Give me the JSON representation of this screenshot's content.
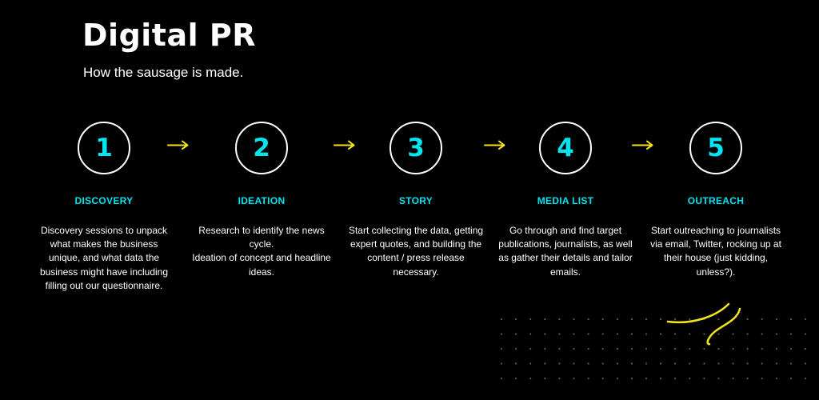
{
  "header": {
    "title": "Digital PR",
    "subtitle": "How the sausage is made."
  },
  "colors": {
    "accent": "#00e5f0",
    "arrow": "#f5e51c",
    "text": "#ffffff",
    "background": "#000000"
  },
  "steps": [
    {
      "number": "1",
      "label": "DISCOVERY",
      "description": "Discovery sessions to unpack what makes the business unique, and what data the business might have including filling out our questionnaire."
    },
    {
      "number": "2",
      "label": "IDEATION",
      "description": "Research to identify the news cycle.\nIdeation of concept and headline ideas."
    },
    {
      "number": "3",
      "label": "STORY",
      "description": "Start collecting the data, getting expert quotes, and building the content / press release necessary."
    },
    {
      "number": "4",
      "label": "MEDIA LIST",
      "description": "Go through and find target publications, journalists, as well as gather their details and tailor emails."
    },
    {
      "number": "5",
      "label": "OUTREACH",
      "description": "Start outreaching to journalists via email, Twitter, rocking up at their house (just kidding, unless?)."
    }
  ],
  "icons": {
    "arrow": "arrow-right-icon",
    "squiggle": "squiggle-decoration"
  }
}
